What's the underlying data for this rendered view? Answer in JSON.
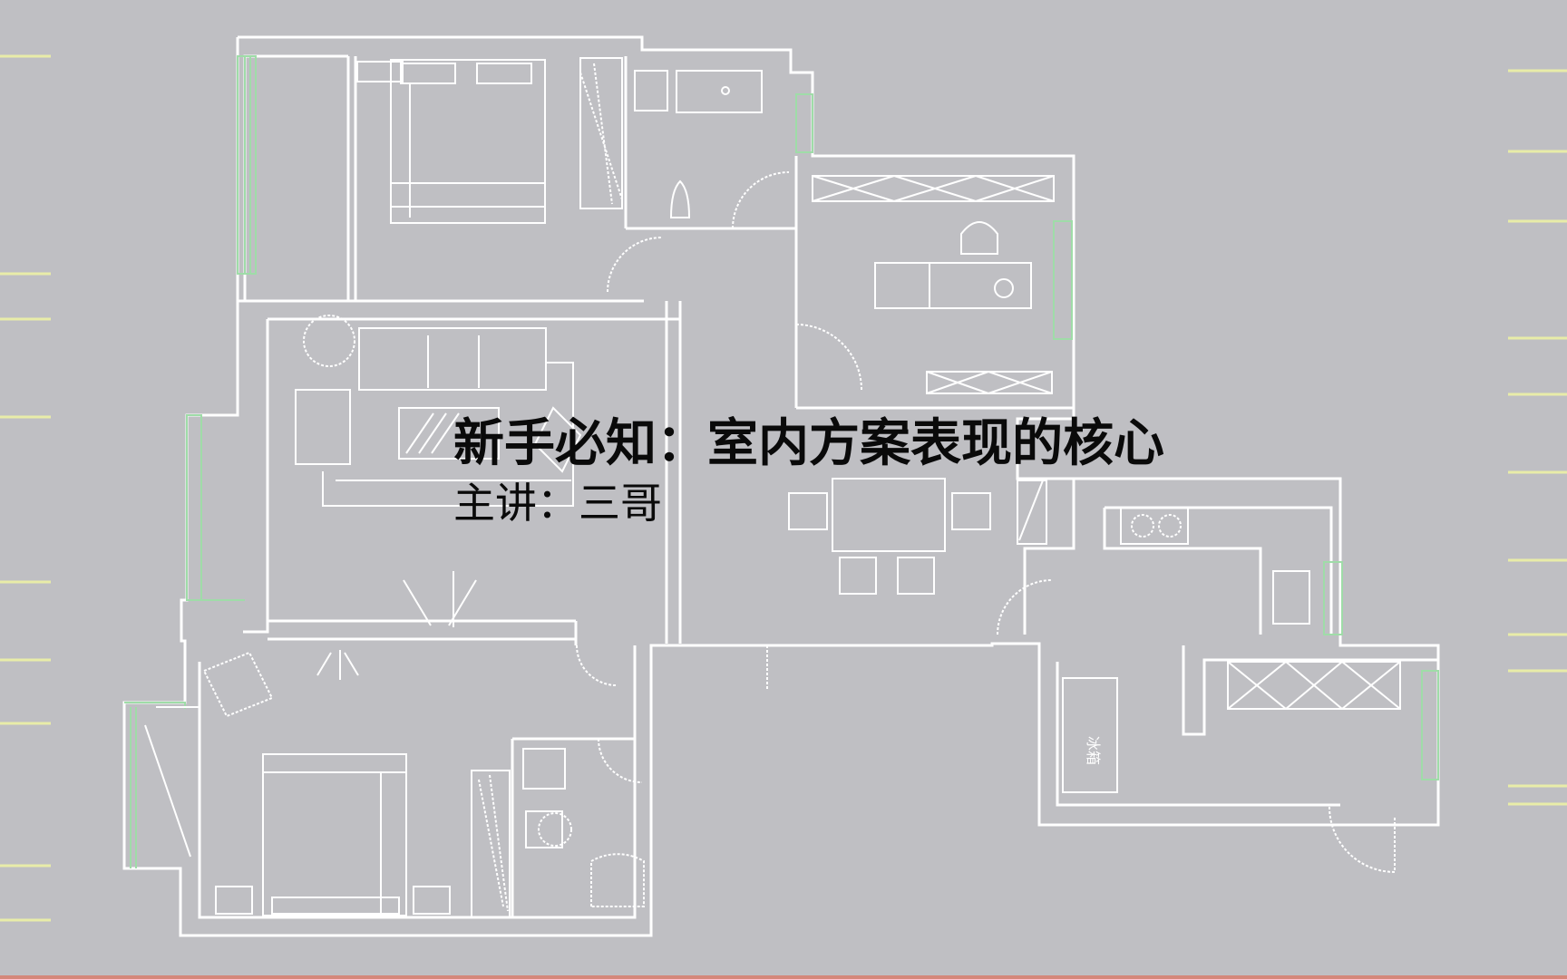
{
  "slide": {
    "title": "新手必知：室内方案表现的核心",
    "subtitle": "主讲：三哥"
  },
  "floor_plan": {
    "rooms": [
      "master-bedroom",
      "bathroom-1",
      "study",
      "living-room",
      "dining-area",
      "kitchen",
      "balcony-utility",
      "second-bedroom",
      "bathroom-2",
      "entry-cabinet"
    ],
    "fixture_label": "冰箱"
  },
  "colors": {
    "background": "#bfbfc3",
    "walls": "#ffffff",
    "windows": "#9fdca8",
    "ruler_ticks": "#e8eca8",
    "text": "#0a0a0a",
    "bottom_bar": "#d4877a"
  }
}
